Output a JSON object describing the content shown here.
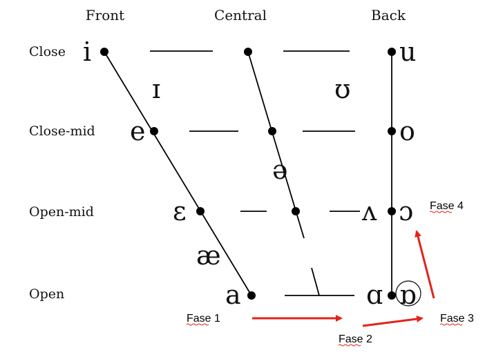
{
  "columns": [
    "Front",
    "Central",
    "Back"
  ],
  "rows": [
    "Close",
    "Close-mid",
    "Open-mid",
    "Open"
  ],
  "vowels": {
    "i": "i",
    "u": "u",
    "ɪ": "ɪ",
    "ʊ": "ʊ",
    "e": "e",
    "o": "o",
    "ə": "ə",
    "ɛ": "ɛ",
    "ʌ": "ʌ",
    "ɔ": "ɔ",
    "æ": "æ",
    "a": "a",
    "ɑ": "ɑ",
    "ɒ": "ɒ"
  },
  "phases": {
    "fase1": "Fase 1",
    "fase2": "Fase 2",
    "fase3": "Fase 3",
    "fase4": "Fase 4"
  },
  "colors": {
    "arrow": "#e32219",
    "ink": "#000000"
  }
}
